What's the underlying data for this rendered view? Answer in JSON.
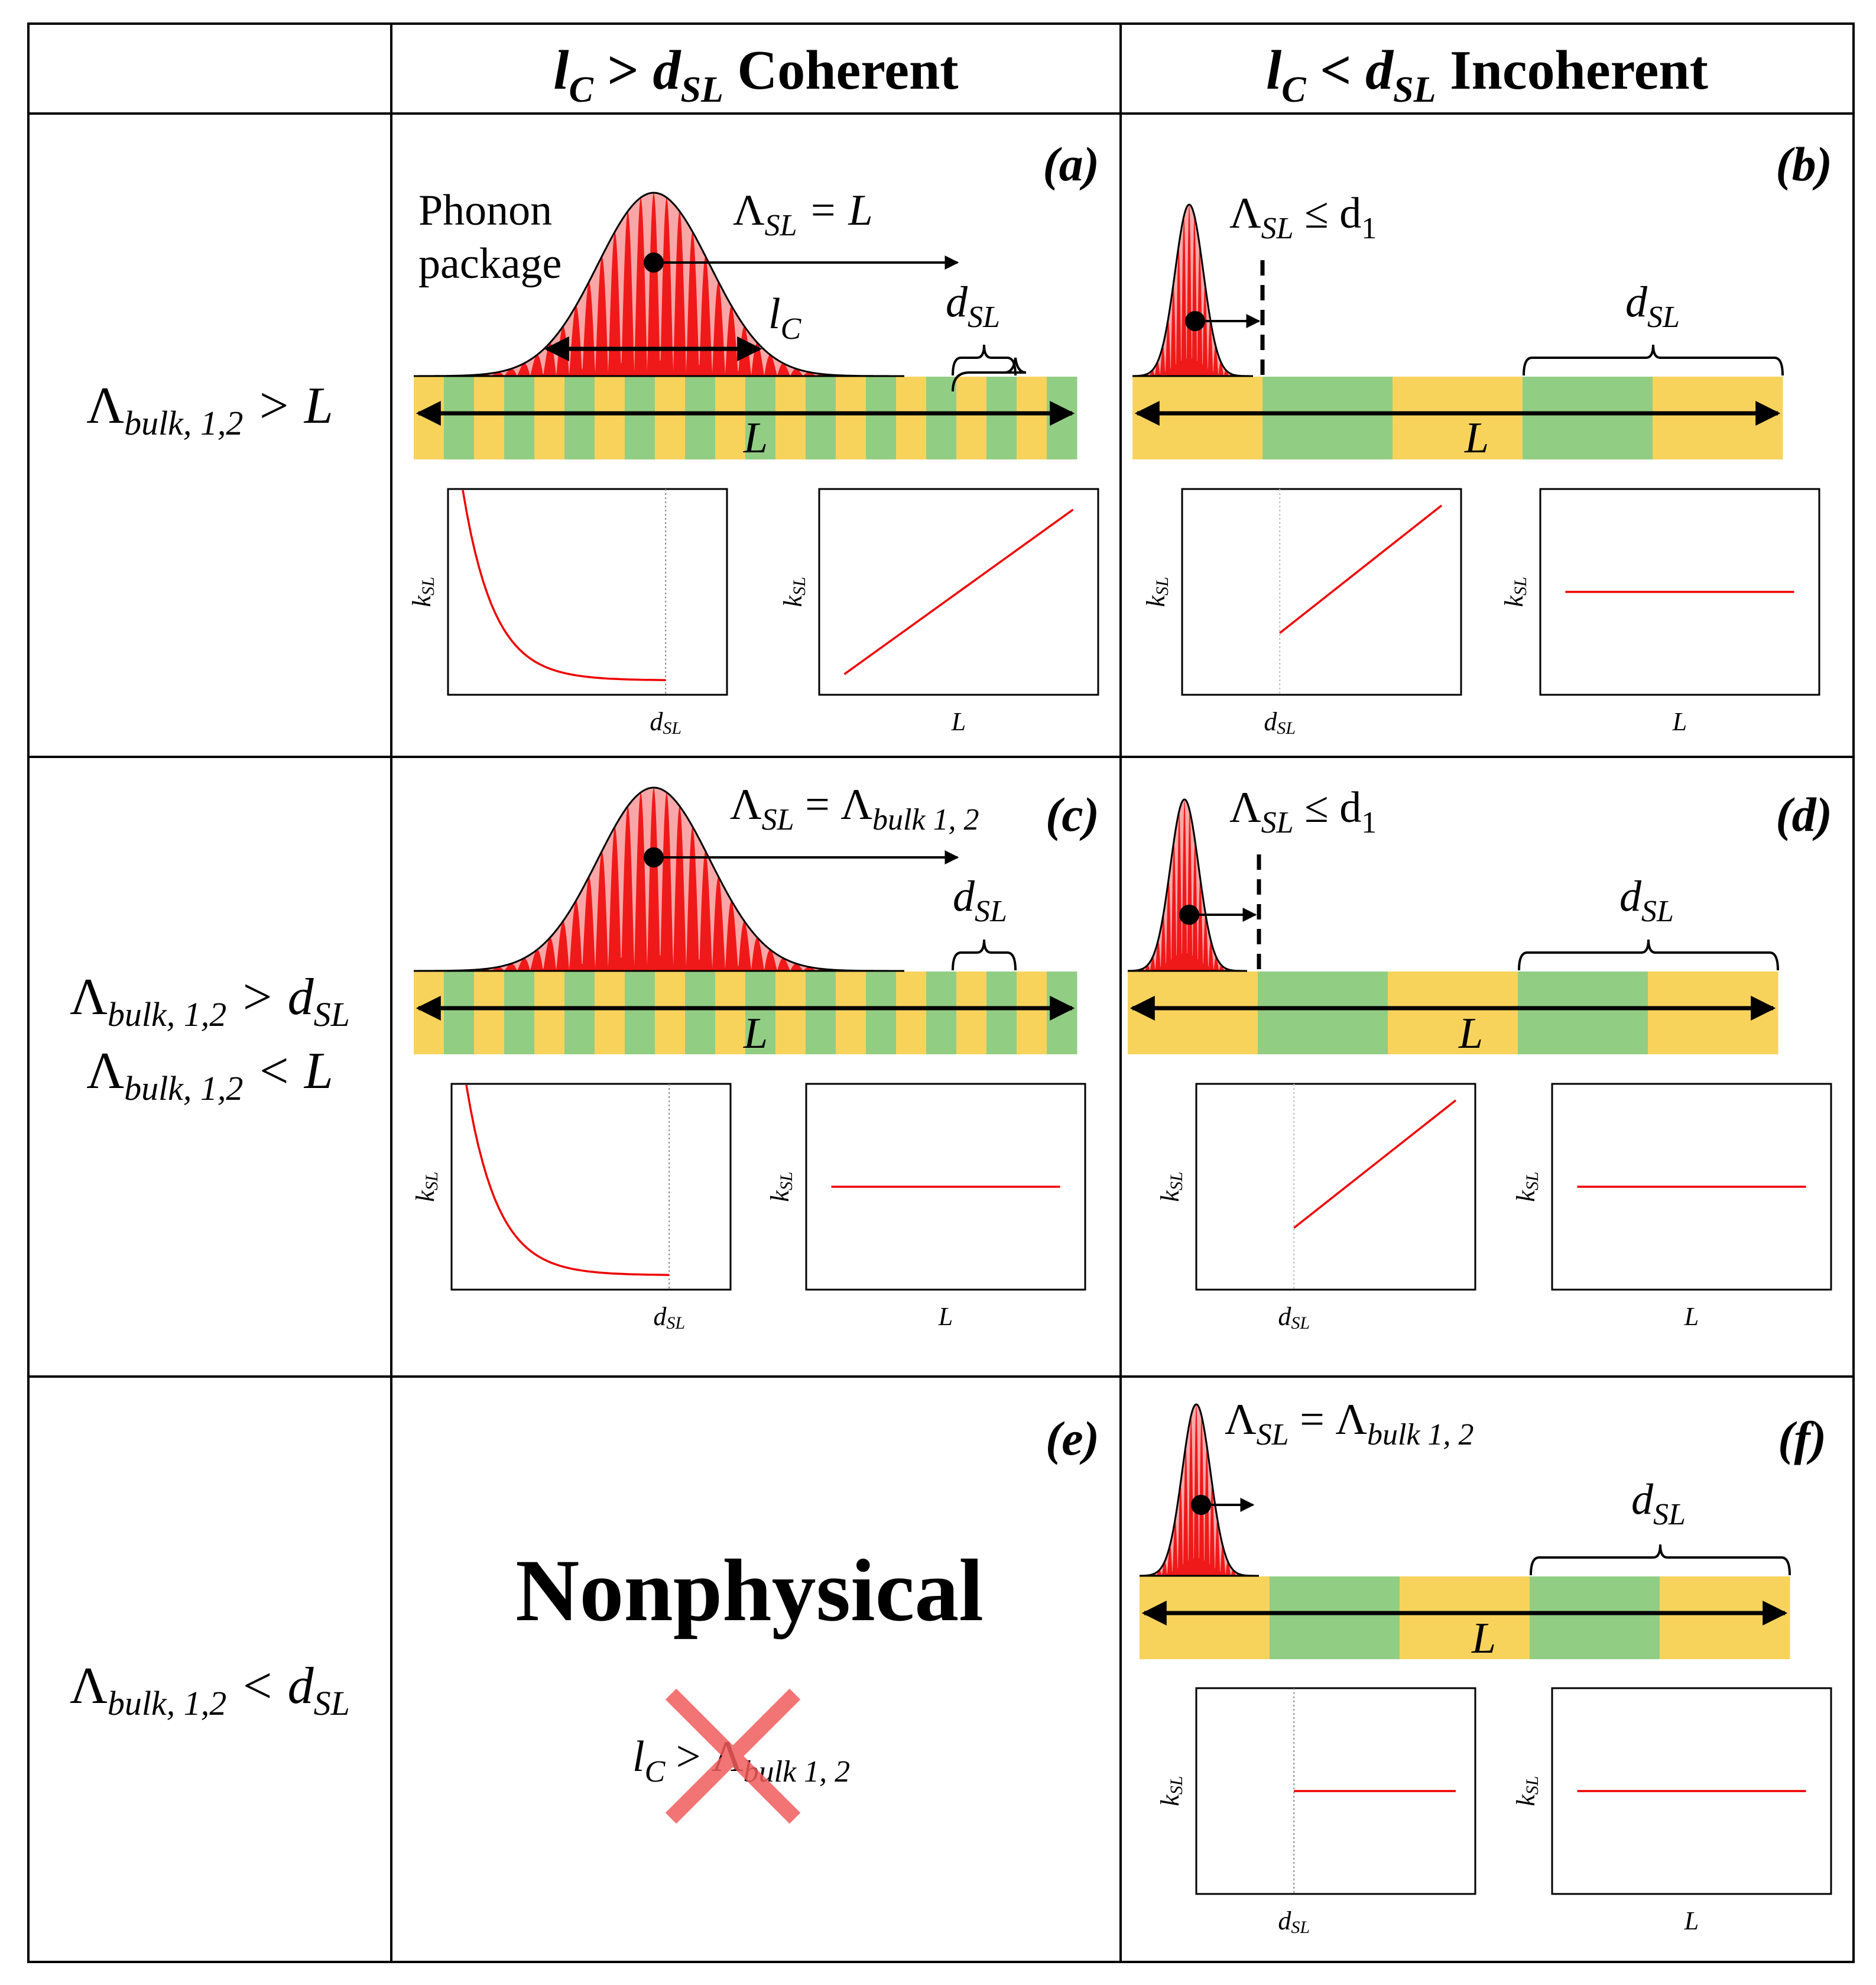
{
  "header": {
    "col1": {
      "main": "l",
      "sub": "C",
      "op": " > ",
      "main2": "d",
      "sub2": "SL",
      "word": " Coherent"
    },
    "col2": {
      "main": "l",
      "sub": "C",
      "op": " < ",
      "main2": "d",
      "sub2": "SL",
      "word": " Incoherent"
    }
  },
  "rows": [
    {
      "lines": [
        {
          "main": "Λ",
          "sub": "bulk, 1,2",
          "rest": " > L"
        }
      ]
    },
    {
      "lines": [
        {
          "main": "Λ",
          "sub": "bulk, 1,2",
          "rest": " > d",
          "sub2": "SL"
        },
        {
          "main": "Λ",
          "sub": "bulk, 1,2",
          "rest": " < L"
        }
      ]
    },
    {
      "lines": [
        {
          "main": "Λ",
          "sub": "bulk, 1,2",
          "rest": " < d",
          "sub2": "SL"
        }
      ]
    }
  ],
  "panels": {
    "a": {
      "label": "(a)",
      "phonon_label_1": "Phonon",
      "phonon_label_2": "package",
      "mfp": {
        "main": "Λ",
        "sub": "SL",
        "rest": " = L"
      },
      "lc": {
        "main": "l",
        "sub": "C"
      },
      "dsl": {
        "main": "d",
        "sub": "SL"
      },
      "length": "L",
      "plots": [
        {
          "ylabel": "kSL",
          "xlabel": "dSL",
          "curve": "decay"
        },
        {
          "ylabel": "kSL",
          "xlabel": "L",
          "curve": "rising"
        }
      ]
    },
    "b": {
      "label": "(b)",
      "mfp": {
        "main": "Λ",
        "sub": "SL",
        "rest": " ≤ d",
        "sub2": "1"
      },
      "dsl": {
        "main": "d",
        "sub": "SL"
      },
      "length": "L",
      "plots": [
        {
          "ylabel": "kSL",
          "xlabel": "dSL",
          "curve": "rising-from-dsl"
        },
        {
          "ylabel": "kSL",
          "xlabel": "L",
          "curve": "flat"
        }
      ]
    },
    "c": {
      "label": "(c)",
      "mfp": {
        "main": "Λ",
        "sub": "SL",
        "rest": " = Λ",
        "sub2": "bulk 1, 2"
      },
      "dsl": {
        "main": "d",
        "sub": "SL"
      },
      "length": "L",
      "plots": [
        {
          "ylabel": "kSL",
          "xlabel": "dSL",
          "curve": "decay"
        },
        {
          "ylabel": "kSL",
          "xlabel": "L",
          "curve": "flat"
        }
      ]
    },
    "d": {
      "label": "(d)",
      "mfp": {
        "main": "Λ",
        "sub": "SL",
        "rest": " ≤ d",
        "sub2": "1"
      },
      "dsl": {
        "main": "d",
        "sub": "SL"
      },
      "length": "L",
      "plots": [
        {
          "ylabel": "kSL",
          "xlabel": "dSL",
          "curve": "rising-from-dsl"
        },
        {
          "ylabel": "kSL",
          "xlabel": "L",
          "curve": "flat"
        }
      ]
    },
    "e": {
      "label": "(e)",
      "title": "Nonphysical",
      "expr": {
        "main": "l",
        "sub": "C",
        "rest": " > Λ",
        "sub2": "bulk 1, 2"
      }
    },
    "f": {
      "label": "(f)",
      "mfp": {
        "main": "Λ",
        "sub": "SL",
        "rest": " = Λ",
        "sub2": "bulk 1, 2"
      },
      "dsl": {
        "main": "d",
        "sub": "SL"
      },
      "length": "L",
      "plots": [
        {
          "ylabel": "kSL",
          "xlabel": "dSL",
          "curve": "flat-from-dsl"
        },
        {
          "ylabel": "kSL",
          "xlabel": "L",
          "curve": "flat"
        }
      ]
    }
  },
  "colors": {
    "yellow": "#f8d35c",
    "green": "#92cd84",
    "red": "#ee0000",
    "pink": "#f7a7a7",
    "cross": "#f25c5c"
  }
}
